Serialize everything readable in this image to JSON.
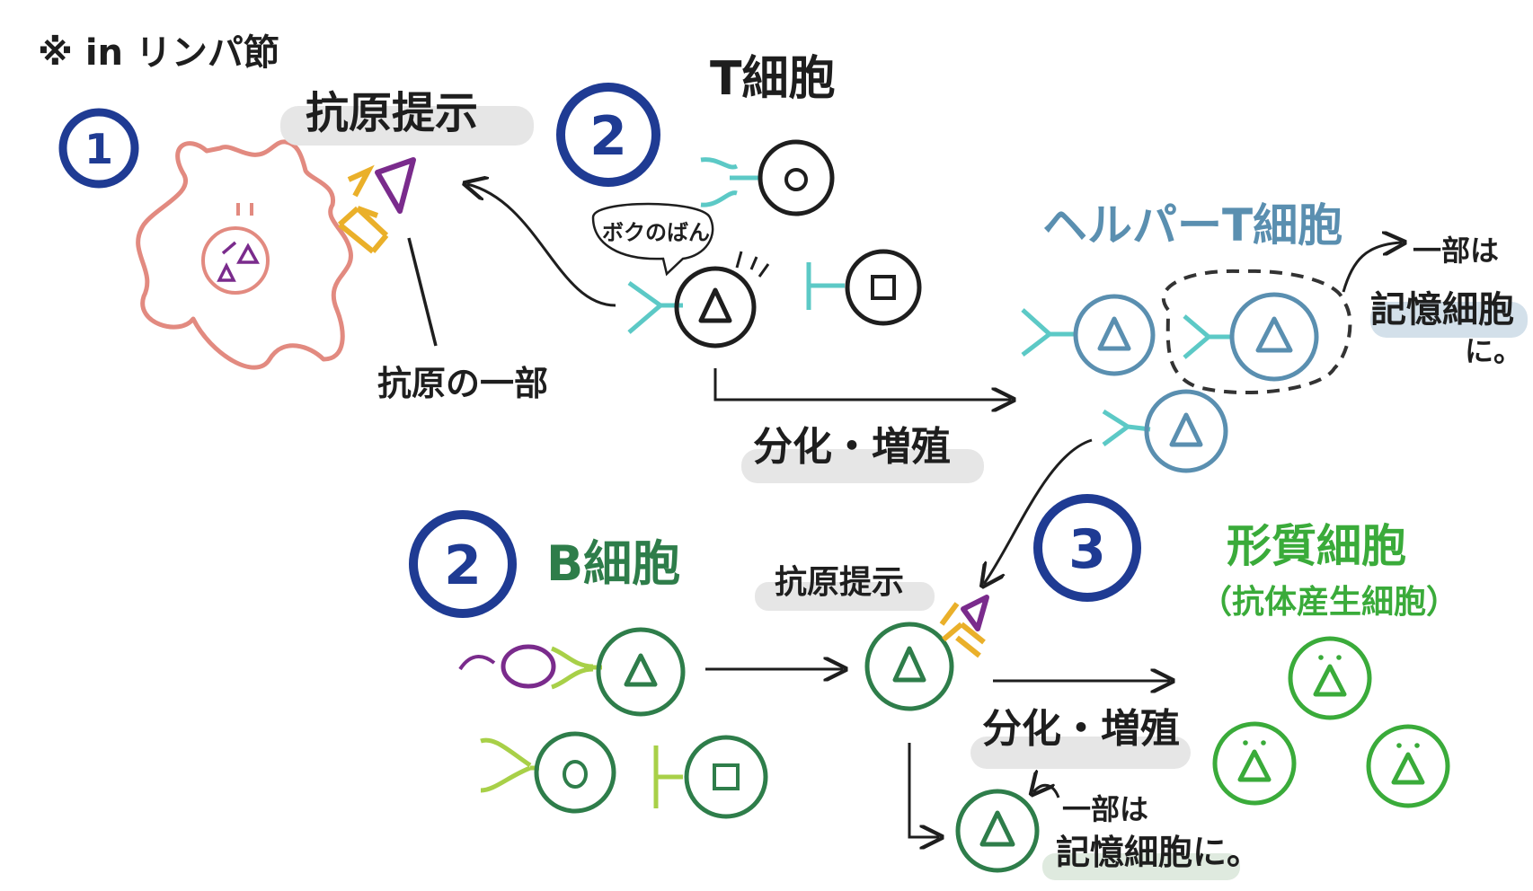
{
  "header": {
    "note": "※ in リンパ節"
  },
  "steps": {
    "one": "1",
    "two_t": "2",
    "two_b": "2",
    "three": "3"
  },
  "labels": {
    "antigen_presentation_top": "抗原提示",
    "antigen_fragment": "抗原の一部",
    "t_cell": "T細胞",
    "speech_bubble": "ボクのばん",
    "differentiation_top": "分化・増殖",
    "helper_t_cell": "ヘルパーT細胞",
    "memory_note_top_line1": "一部は",
    "memory_note_top_line2": "記憶細胞",
    "memory_note_top_line3": "に。",
    "b_cell": "B細胞",
    "antigen_presentation_bottom": "抗原提示",
    "differentiation_bottom": "分化・増殖",
    "plasma_cell": "形質細胞",
    "plasma_cell_sub": "（抗体産生細胞）",
    "memory_note_bottom_line1": "一部は",
    "memory_note_bottom_line2": "記憶細胞に。"
  },
  "colors": {
    "step_circle": "#1f3b93",
    "macrophage": "#e28a80",
    "antigen": "#7a2b8c",
    "mhc": "#eab02a",
    "t_receptor": "#5cc9c6",
    "helper": "#5a8fb0",
    "b_cell": "#2e7d4a",
    "b_receptor": "#a8d048",
    "plasma": "#3aab3a",
    "ink": "#1e1e1e"
  },
  "icons": {
    "macrophage": "macrophage-cell",
    "triangle": "triangle-marker",
    "circle": "circle-marker",
    "square": "square-marker",
    "bacterium": "bacterium"
  }
}
